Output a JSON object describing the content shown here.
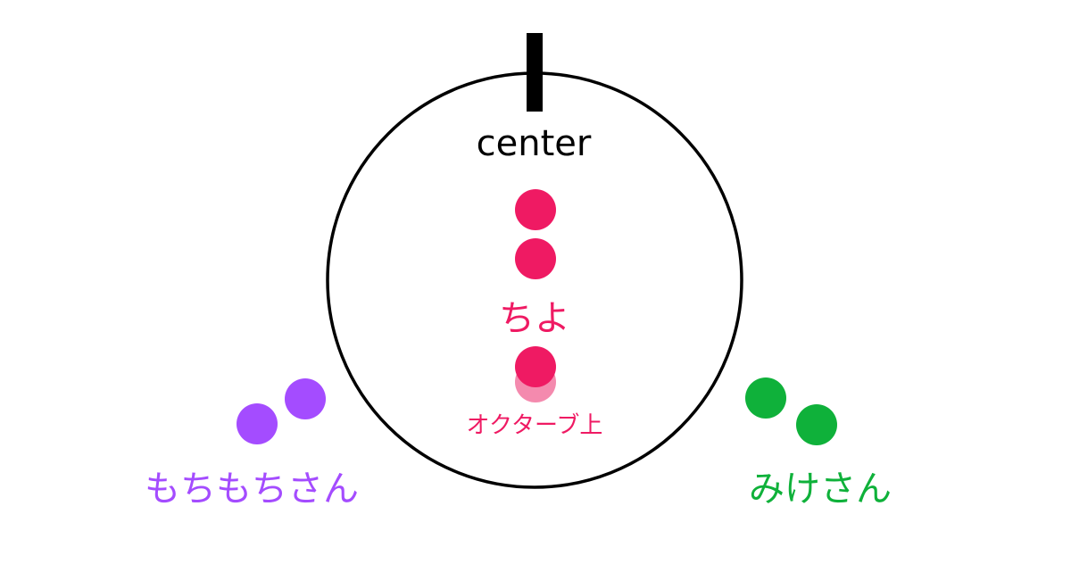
{
  "colors": {
    "background": "#ffffff",
    "outline": "#000000",
    "chiyo": "#ef1a63",
    "chiyo_faded": "#f48aae",
    "mochimochi": "#a44cff",
    "mike": "#0fb13a"
  },
  "labels": {
    "center": "center",
    "chiyo": "ちよ",
    "octave_up": "オクターブ上",
    "mochimochi": "もちもちさん",
    "mike": "みけさん"
  }
}
